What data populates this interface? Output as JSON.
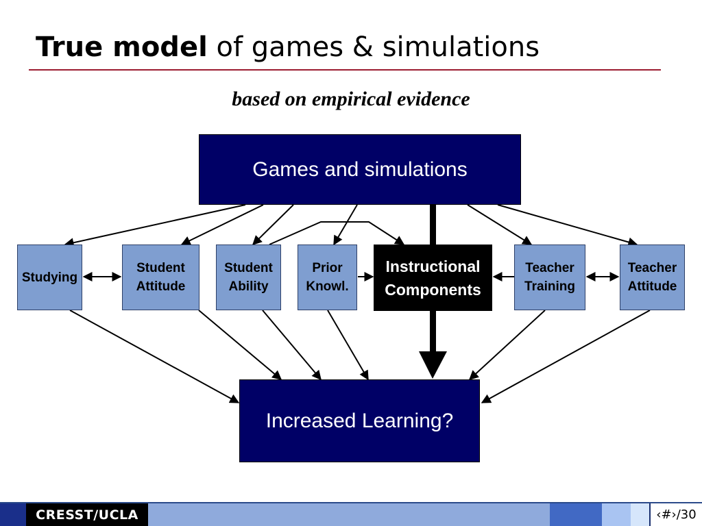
{
  "slide": {
    "title_bold": "True model",
    "title_rest": " of games & simulations",
    "subtitle": "based on empirical evidence"
  },
  "diagram": {
    "top_node": "Games and simulations",
    "bottom_node": "Increased Learning?",
    "nodes": [
      {
        "id": "studying",
        "line1": "Studying",
        "line2": ""
      },
      {
        "id": "student-attitude",
        "line1": "Student",
        "line2": "Attitude"
      },
      {
        "id": "student-ability",
        "line1": "Student",
        "line2": "Ability"
      },
      {
        "id": "prior-knowl",
        "line1": "Prior",
        "line2": "Knowl."
      },
      {
        "id": "instructional-components",
        "line1": "Instructional",
        "line2": "Components"
      },
      {
        "id": "teacher-training",
        "line1": "Teacher",
        "line2": "Training"
      },
      {
        "id": "teacher-attitude",
        "line1": "Teacher",
        "line2": "Attitude"
      }
    ]
  },
  "footer": {
    "brand": "CRESST/UCLA",
    "page": "‹#›/30"
  },
  "colors": {
    "dark_navy": "#000066",
    "node_blue": "#7f9ed0",
    "rule_red": "#9b1b30",
    "footer_blue": "#8faadc"
  }
}
